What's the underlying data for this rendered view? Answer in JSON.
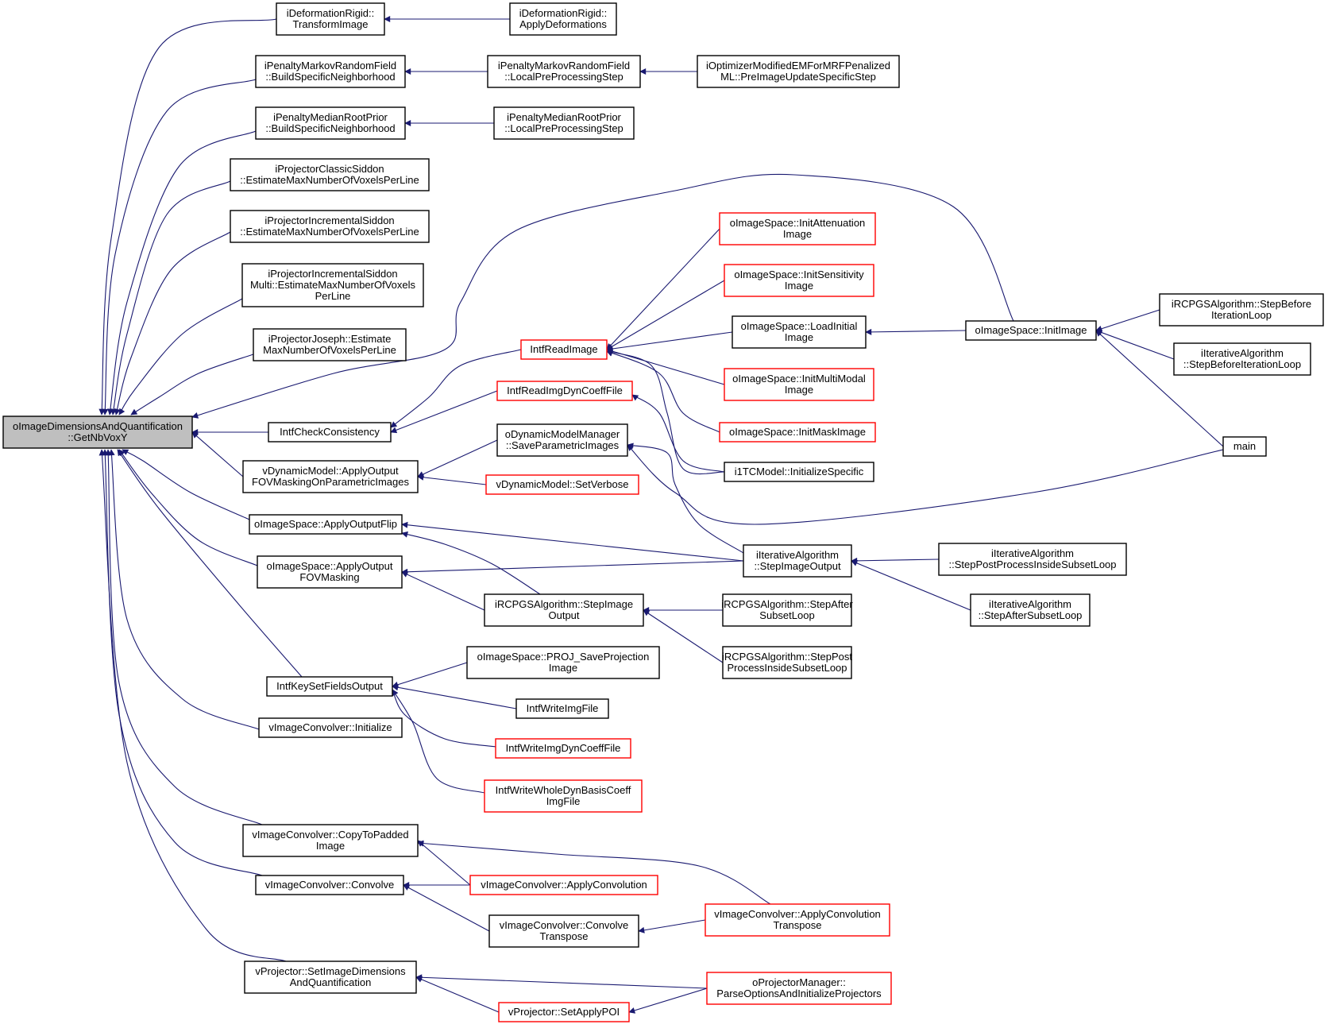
{
  "colors": {
    "edge": "#191970",
    "focus_fill": "#bfbfbf",
    "normal_border": "#000000",
    "truncated_border": "#ff0000",
    "node_fill": "#ffffff"
  },
  "nodes": [
    {
      "id": "getnbvoxy",
      "lines": [
        "oImageDimensionsAndQuantification",
        "::GetNbVoxY"
      ],
      "style": "focus"
    },
    {
      "id": "idr_transform",
      "lines": [
        "iDeformationRigid::",
        "TransformImage"
      ],
      "style": "normal"
    },
    {
      "id": "idr_apply",
      "lines": [
        "iDeformationRigid::",
        "ApplyDeformations"
      ],
      "style": "normal"
    },
    {
      "id": "ipmrf_build",
      "lines": [
        "iPenaltyMarkovRandomField",
        "::BuildSpecificNeighborhood"
      ],
      "style": "normal"
    },
    {
      "id": "ipmrf_local",
      "lines": [
        "iPenaltyMarkovRandomField",
        "::LocalPreProcessingStep"
      ],
      "style": "normal"
    },
    {
      "id": "iopt_pre",
      "lines": [
        "iOptimizerModifiedEMForMRFPenalized",
        "ML::PreImageUpdateSpecificStep"
      ],
      "style": "normal"
    },
    {
      "id": "ipmrp_build",
      "lines": [
        "iPenaltyMedianRootPrior",
        "::BuildSpecificNeighborhood"
      ],
      "style": "normal"
    },
    {
      "id": "ipmrp_local",
      "lines": [
        "iPenaltyMedianRootPrior",
        "::LocalPreProcessingStep"
      ],
      "style": "normal"
    },
    {
      "id": "ipcs",
      "lines": [
        "iProjectorClassicSiddon",
        "::EstimateMaxNumberOfVoxelsPerLine"
      ],
      "style": "normal"
    },
    {
      "id": "ipis",
      "lines": [
        "iProjectorIncrementalSiddon",
        "::EstimateMaxNumberOfVoxelsPerLine"
      ],
      "style": "normal"
    },
    {
      "id": "ipism",
      "lines": [
        "iProjectorIncrementalSiddon",
        "Multi::EstimateMaxNumberOfVoxels",
        "PerLine"
      ],
      "style": "normal"
    },
    {
      "id": "ipj",
      "lines": [
        "iProjectorJoseph::Estimate",
        "MaxNumberOfVoxelsPerLine"
      ],
      "style": "normal"
    },
    {
      "id": "ois_initatt",
      "lines": [
        "oImageSpace::InitAttenuation",
        "Image"
      ],
      "style": "truncated"
    },
    {
      "id": "ois_initsens",
      "lines": [
        "oImageSpace::InitSensitivity",
        "Image"
      ],
      "style": "truncated"
    },
    {
      "id": "ois_loadinit",
      "lines": [
        "oImageSpace::LoadInitial",
        "Image"
      ],
      "style": "normal"
    },
    {
      "id": "ois_initimage",
      "lines": [
        "oImageSpace::InitImage"
      ],
      "style": "normal"
    },
    {
      "id": "ircpgs_sbil",
      "lines": [
        "iRCPGSAlgorithm::StepBefore",
        "IterationLoop"
      ],
      "style": "normal"
    },
    {
      "id": "iia_sbil",
      "lines": [
        "iIterativeAlgorithm",
        "::StepBeforeIterationLoop"
      ],
      "style": "normal"
    },
    {
      "id": "intf_readimage",
      "lines": [
        "IntfReadImage"
      ],
      "style": "truncated"
    },
    {
      "id": "ois_initmm",
      "lines": [
        "oImageSpace::InitMultiModal",
        "Image"
      ],
      "style": "truncated"
    },
    {
      "id": "intf_readdyn",
      "lines": [
        "IntfReadImgDynCoeffFile"
      ],
      "style": "truncated"
    },
    {
      "id": "ois_initmask",
      "lines": [
        "oImageSpace::InitMaskImage"
      ],
      "style": "truncated"
    },
    {
      "id": "main",
      "lines": [
        "main"
      ],
      "style": "normal"
    },
    {
      "id": "intf_check",
      "lines": [
        "IntfCheckConsistency"
      ],
      "style": "normal"
    },
    {
      "id": "odmm_save",
      "lines": [
        "oDynamicModelManager",
        "::SaveParametricImages"
      ],
      "style": "normal"
    },
    {
      "id": "i1tc",
      "lines": [
        "i1TCModel::InitializeSpecific"
      ],
      "style": "normal"
    },
    {
      "id": "vdm_apply",
      "lines": [
        "vDynamicModel::ApplyOutput",
        "FOVMaskingOnParametricImages"
      ],
      "style": "normal"
    },
    {
      "id": "vdm_verbose",
      "lines": [
        "vDynamicModel::SetVerbose"
      ],
      "style": "truncated"
    },
    {
      "id": "ois_flip",
      "lines": [
        "oImageSpace::ApplyOutputFlip"
      ],
      "style": "normal"
    },
    {
      "id": "iia_sio",
      "lines": [
        "iIterativeAlgorithm",
        "::StepImageOutput"
      ],
      "style": "normal"
    },
    {
      "id": "iia_sppisl",
      "lines": [
        "iIterativeAlgorithm",
        "::StepPostProcessInsideSubsetLoop"
      ],
      "style": "normal"
    },
    {
      "id": "ois_fovmask",
      "lines": [
        "oImageSpace::ApplyOutput",
        "FOVMasking"
      ],
      "style": "normal"
    },
    {
      "id": "ircpgs_sio",
      "lines": [
        "iRCPGSAlgorithm::StepImage",
        "Output"
      ],
      "style": "normal"
    },
    {
      "id": "ircpgs_sasl",
      "lines": [
        "iRCPGSAlgorithm::StepAfter",
        "SubsetLoop"
      ],
      "style": "normal"
    },
    {
      "id": "iia_sasl",
      "lines": [
        "iIterativeAlgorithm",
        "::StepAfterSubsetLoop"
      ],
      "style": "normal"
    },
    {
      "id": "ois_proj",
      "lines": [
        "oImageSpace::PROJ_SaveProjection",
        "Image"
      ],
      "style": "normal"
    },
    {
      "id": "ircpgs_sppisl",
      "lines": [
        "iRCPGSAlgorithm::StepPost",
        "ProcessInsideSubsetLoop"
      ],
      "style": "normal"
    },
    {
      "id": "intf_key",
      "lines": [
        "IntfKeySetFieldsOutput"
      ],
      "style": "normal"
    },
    {
      "id": "intf_write",
      "lines": [
        "IntfWriteImgFile"
      ],
      "style": "normal"
    },
    {
      "id": "vic_init",
      "lines": [
        "vImageConvolver::Initialize"
      ],
      "style": "normal"
    },
    {
      "id": "intf_writedyn",
      "lines": [
        "IntfWriteImgDynCoeffFile"
      ],
      "style": "truncated"
    },
    {
      "id": "intf_writewhole",
      "lines": [
        "IntfWriteWholeDynBasisCoeff",
        "ImgFile"
      ],
      "style": "truncated"
    },
    {
      "id": "vic_copy",
      "lines": [
        "vImageConvolver::CopyToPadded",
        "Image"
      ],
      "style": "normal"
    },
    {
      "id": "vic_applyconv",
      "lines": [
        "vImageConvolver::ApplyConvolution"
      ],
      "style": "truncated"
    },
    {
      "id": "vic_convolve",
      "lines": [
        "vImageConvolver::Convolve"
      ],
      "style": "normal"
    },
    {
      "id": "vic_applyconvT",
      "lines": [
        "vImageConvolver::ApplyConvolution",
        "Transpose"
      ],
      "style": "truncated"
    },
    {
      "id": "vic_convT",
      "lines": [
        "vImageConvolver::Convolve",
        "Transpose"
      ],
      "style": "normal"
    },
    {
      "id": "vp_setdims",
      "lines": [
        "vProjector::SetImageDimensions",
        "AndQuantification"
      ],
      "style": "normal"
    },
    {
      "id": "opm_parse",
      "lines": [
        "oProjectorManager::",
        "ParseOptionsAndInitializeProjectors"
      ],
      "style": "truncated"
    },
    {
      "id": "vp_poi",
      "lines": [
        "vProjector::SetApplyPOI"
      ],
      "style": "truncated"
    }
  ],
  "edges": [
    {
      "from": "idr_transform",
      "to": "getnbvoxy"
    },
    {
      "from": "ipmrf_build",
      "to": "getnbvoxy"
    },
    {
      "from": "ipmrp_build",
      "to": "getnbvoxy"
    },
    {
      "from": "ipcs",
      "to": "getnbvoxy"
    },
    {
      "from": "ipis",
      "to": "getnbvoxy"
    },
    {
      "from": "ipism",
      "to": "getnbvoxy"
    },
    {
      "from": "ipj",
      "to": "getnbvoxy"
    },
    {
      "from": "ois_initimage",
      "to": "getnbvoxy"
    },
    {
      "from": "intf_check",
      "to": "getnbvoxy"
    },
    {
      "from": "vdm_apply",
      "to": "getnbvoxy"
    },
    {
      "from": "ois_flip",
      "to": "getnbvoxy"
    },
    {
      "from": "ois_fovmask",
      "to": "getnbvoxy"
    },
    {
      "from": "intf_key",
      "to": "getnbvoxy"
    },
    {
      "from": "vic_init",
      "to": "getnbvoxy"
    },
    {
      "from": "vic_copy",
      "to": "getnbvoxy"
    },
    {
      "from": "vic_convolve",
      "to": "getnbvoxy"
    },
    {
      "from": "vp_setdims",
      "to": "getnbvoxy"
    },
    {
      "from": "idr_apply",
      "to": "idr_transform"
    },
    {
      "from": "ipmrf_local",
      "to": "ipmrf_build"
    },
    {
      "from": "iopt_pre",
      "to": "ipmrf_local"
    },
    {
      "from": "ipmrp_local",
      "to": "ipmrp_build"
    },
    {
      "from": "intf_readimage",
      "to": "intf_check"
    },
    {
      "from": "intf_readdyn",
      "to": "intf_check"
    },
    {
      "from": "ois_initatt",
      "to": "intf_readimage"
    },
    {
      "from": "ois_initsens",
      "to": "intf_readimage"
    },
    {
      "from": "ois_loadinit",
      "to": "intf_readimage"
    },
    {
      "from": "ois_initmm",
      "to": "intf_readimage"
    },
    {
      "from": "ois_initmask",
      "to": "intf_readimage"
    },
    {
      "from": "i1tc",
      "to": "intf_readimage"
    },
    {
      "from": "i1tc",
      "to": "intf_readdyn"
    },
    {
      "from": "ois_initimage",
      "to": "ois_loadinit"
    },
    {
      "from": "ircpgs_sbil",
      "to": "ois_initimage"
    },
    {
      "from": "iia_sbil",
      "to": "ois_initimage"
    },
    {
      "from": "main",
      "to": "ois_initimage"
    },
    {
      "from": "odmm_save",
      "to": "vdm_apply"
    },
    {
      "from": "vdm_verbose",
      "to": "vdm_apply"
    },
    {
      "from": "main",
      "to": "odmm_save"
    },
    {
      "from": "iia_sio",
      "to": "odmm_save"
    },
    {
      "from": "iia_sio",
      "to": "ois_flip"
    },
    {
      "from": "ircpgs_sio",
      "to": "ois_flip"
    },
    {
      "from": "iia_sio",
      "to": "ois_fovmask"
    },
    {
      "from": "ircpgs_sio",
      "to": "ois_fovmask"
    },
    {
      "from": "iia_sppisl",
      "to": "iia_sio"
    },
    {
      "from": "iia_sasl",
      "to": "iia_sio"
    },
    {
      "from": "ircpgs_sasl",
      "to": "ircpgs_sio"
    },
    {
      "from": "ircpgs_sppisl",
      "to": "ircpgs_sio"
    },
    {
      "from": "ois_proj",
      "to": "intf_key"
    },
    {
      "from": "intf_write",
      "to": "intf_key"
    },
    {
      "from": "intf_writedyn",
      "to": "intf_key"
    },
    {
      "from": "intf_writewhole",
      "to": "intf_key"
    },
    {
      "from": "vic_applyconv",
      "to": "vic_copy"
    },
    {
      "from": "vic_applyconvT",
      "to": "vic_copy"
    },
    {
      "from": "vic_applyconv",
      "to": "vic_convolve"
    },
    {
      "from": "vic_convT",
      "to": "vic_convolve"
    },
    {
      "from": "vic_applyconvT",
      "to": "vic_convT"
    },
    {
      "from": "opm_parse",
      "to": "vp_setdims"
    },
    {
      "from": "vp_poi",
      "to": "vp_setdims"
    },
    {
      "from": "opm_parse",
      "to": "vp_poi"
    }
  ]
}
